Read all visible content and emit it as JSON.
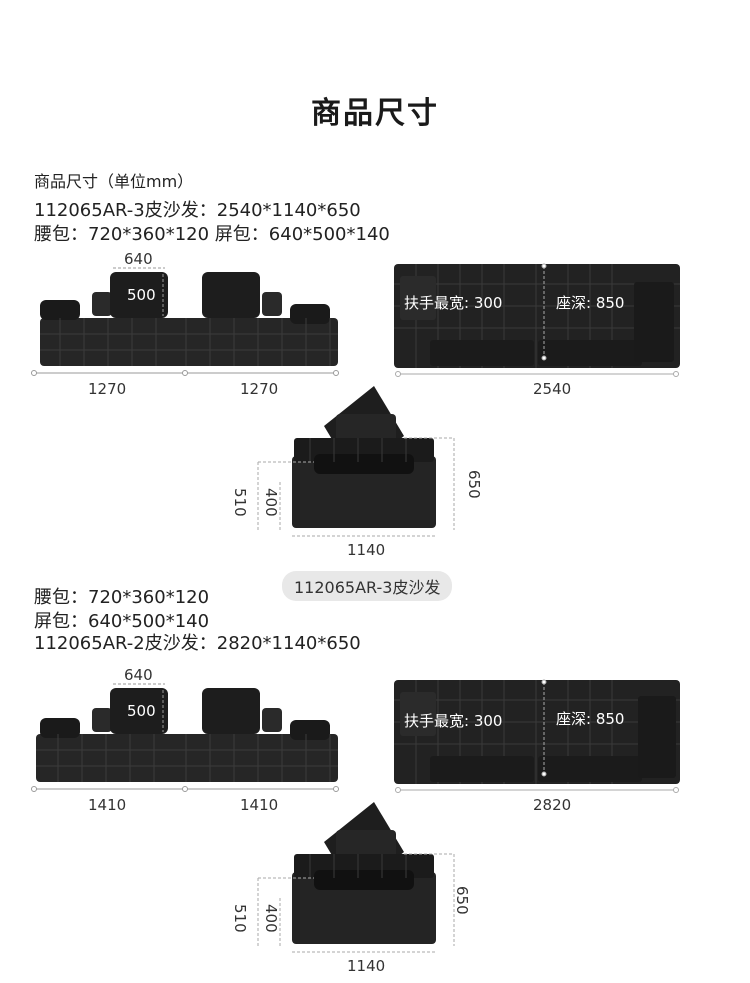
{
  "page_title": "商品尺寸",
  "block1": {
    "caption": "商品尺寸（单位mm）",
    "model": "112065AR-3皮沙发：2540*1140*650",
    "cushions": "腰包：720*360*120   屏包：640*500*140",
    "pillow_w": "640",
    "pillow_h": "500",
    "front_left": "1270",
    "front_right": "1270",
    "top_total": "2540",
    "armrest_width": "扶手最宽: 300",
    "seat_depth": "座深: 850",
    "side_depth": "1140",
    "side_height": "650",
    "side_seat_h": "510",
    "side_arm_h": "400",
    "tag": "112065AR-3皮沙发"
  },
  "block2": {
    "lumbar": "腰包：720*360*120",
    "pillow": "屏包：640*500*140",
    "model": "112065AR-2皮沙发：2820*1140*650",
    "pillow_w": "640",
    "pillow_h": "500",
    "front_left": "1410",
    "front_right": "1410",
    "top_total": "2820",
    "armrest_width": "扶手最宽: 300",
    "seat_depth": "座深: 850",
    "side_depth": "1140",
    "side_height": "650",
    "side_seat_h": "510",
    "side_arm_h": "400"
  }
}
